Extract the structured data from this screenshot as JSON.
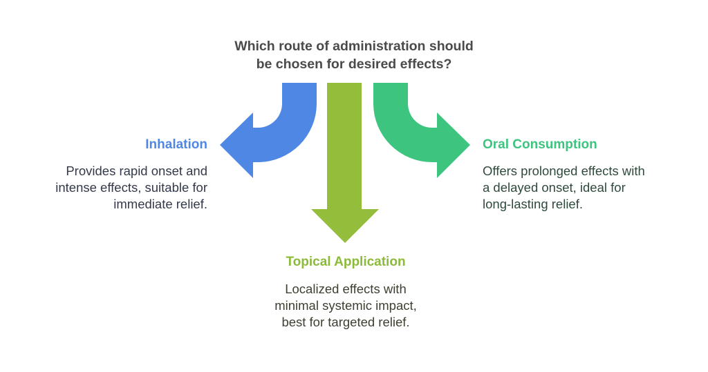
{
  "question": {
    "line1": "Which route of administration should",
    "line2": "be chosen for desired effects?"
  },
  "options": [
    {
      "title": "Inhalation",
      "description": [
        "Provides rapid onset and",
        "intense effects, suitable for",
        "immediate relief."
      ],
      "color": "#4f88e4",
      "direction": "left"
    },
    {
      "title": "Topical Application",
      "description": [
        "Localized effects with",
        "minimal systemic impact,",
        "best for targeted relief."
      ],
      "color": "#93bd3a",
      "direction": "down"
    },
    {
      "title": "Oral Consumption",
      "description": [
        "Offers prolonged effects with",
        "a delayed onset, ideal for",
        "long-lasting relief."
      ],
      "color": "#3dc47f",
      "direction": "right"
    }
  ]
}
